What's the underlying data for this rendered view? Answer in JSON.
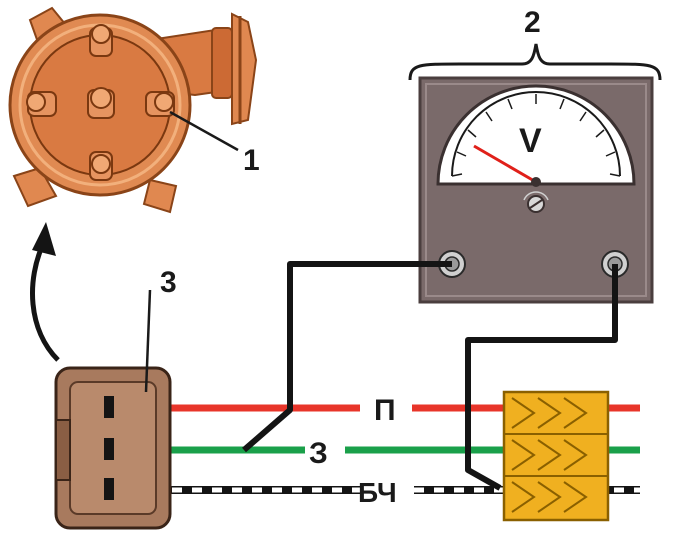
{
  "callouts": {
    "distributor": "1",
    "voltmeter": "2",
    "connector": "3"
  },
  "meter": {
    "unit": "V",
    "body_color": "#7a6a6a",
    "scale_color": "#ffffff",
    "needle_color": "#e0201a"
  },
  "wires": {
    "red_label": "П",
    "green_label": "З",
    "striped_label": "БЧ",
    "red_color": "#e8352a",
    "green_color": "#1aa04a",
    "black_color": "#141414"
  },
  "colors": {
    "distributor": "#e08850",
    "distributor_dark": "#b8602c",
    "connector": "#a87a5e",
    "fuse_block": "#f0b020"
  },
  "icons": {
    "arrow": "curved-arrow-icon",
    "adjust": "zero-adjust-screw-icon"
  }
}
